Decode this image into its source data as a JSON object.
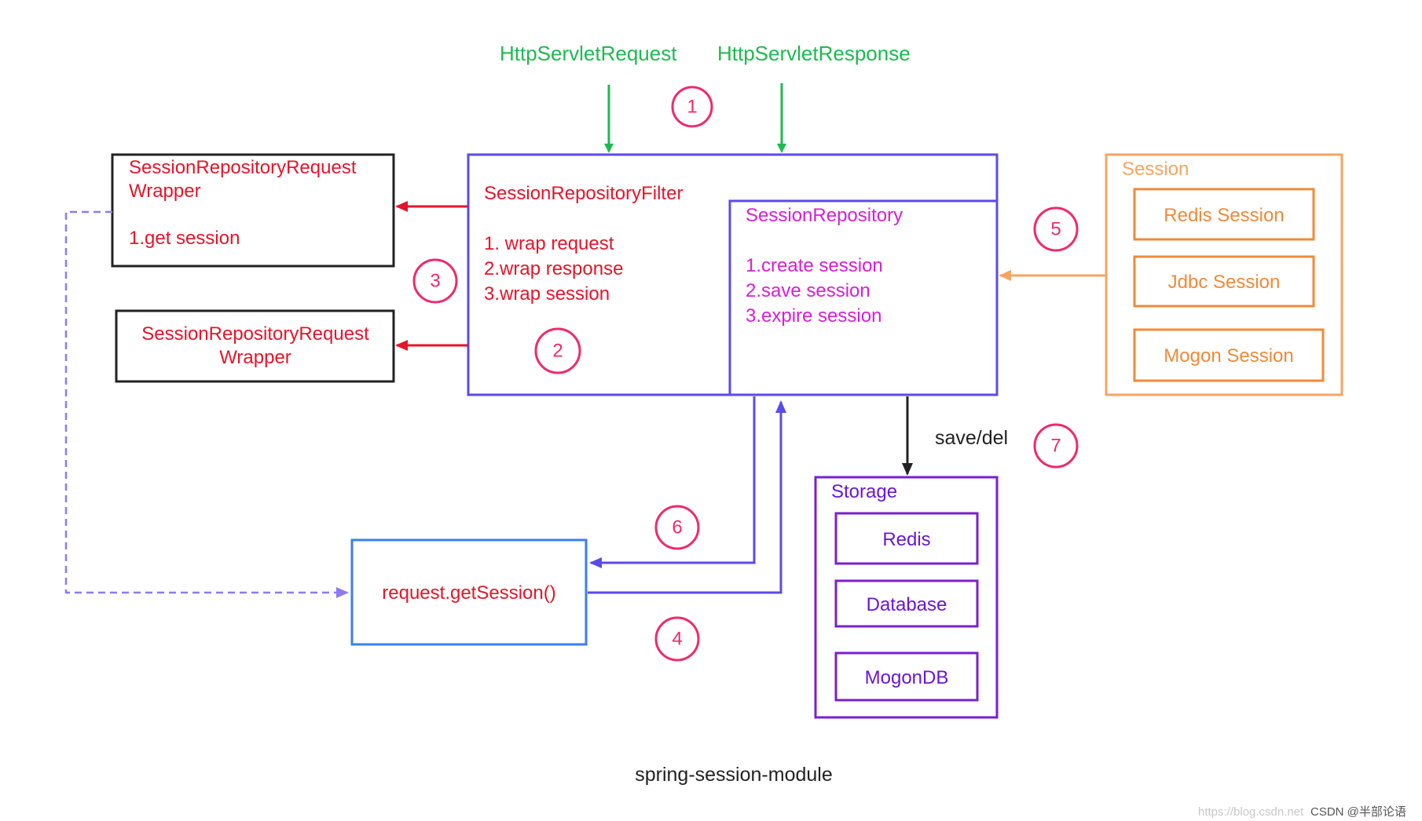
{
  "inputs": {
    "request": "HttpServletRequest",
    "response": "HttpServletResponse"
  },
  "wrapper_top": {
    "title_line1": "SessionRepositoryRequest",
    "title_line2": "Wrapper",
    "item": "1.get session"
  },
  "wrapper_bottom": {
    "title_line1": "SessionRepositoryRequest",
    "title_line2": "Wrapper"
  },
  "filter": {
    "title": "SessionRepositoryFilter",
    "items": [
      "1. wrap request",
      "2.wrap response",
      "3.wrap session"
    ]
  },
  "repository": {
    "title": "SessionRepository",
    "items": [
      "1.create session",
      "2.save session",
      "3.expire session"
    ]
  },
  "session_group": {
    "title": "Session",
    "items": [
      "Redis Session",
      "Jdbc Session",
      "Mogon Session"
    ]
  },
  "storage": {
    "title": "Storage",
    "items": [
      "Redis",
      "Database",
      "MogonDB"
    ],
    "edge_label": "save/del"
  },
  "request_box": {
    "label": "request.getSession()"
  },
  "steps": [
    "1",
    "2",
    "3",
    "4",
    "5",
    "6",
    "7"
  ],
  "caption": "spring-session-module",
  "watermark": {
    "faint": "https://blog.csdn.net",
    "strong": "CSDN @半部论语"
  },
  "colors": {
    "green": "#1fba4f",
    "red": "#e3162a",
    "blue": "#5b4be8",
    "magenta": "#d61fd6",
    "orange": "#f08a38",
    "purple": "#7a1fd0",
    "step_circle": "#ef2a6d"
  }
}
